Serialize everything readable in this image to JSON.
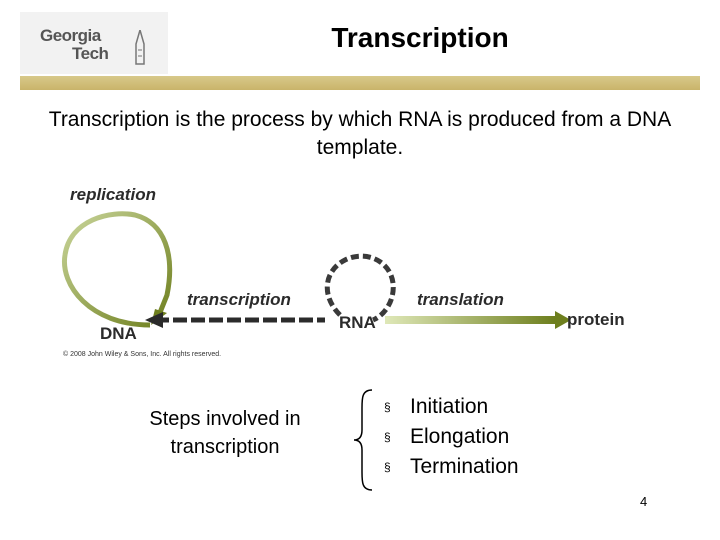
{
  "logo": {
    "line1": "Georgia",
    "line2": "Tech"
  },
  "title": "Transcription",
  "intro": "Transcription is the process by which RNA is produced from a DNA template.",
  "diagram": {
    "replication": "replication",
    "transcription": "transcription",
    "translation": "translation",
    "dna": "DNA",
    "rna": "RNA",
    "protein": "protein",
    "copyright": "© 2008 John Wiley & Sons, Inc. All rights reserved.",
    "colors": {
      "arrow": "#6e7f1e",
      "dark": "#2b2b2b",
      "light": "#c9d59a"
    }
  },
  "steps_label": "Steps involved in transcription",
  "steps": [
    "Initiation",
    "Elongation",
    "Termination"
  ],
  "bullet_glyph": "§",
  "page_number": "4"
}
